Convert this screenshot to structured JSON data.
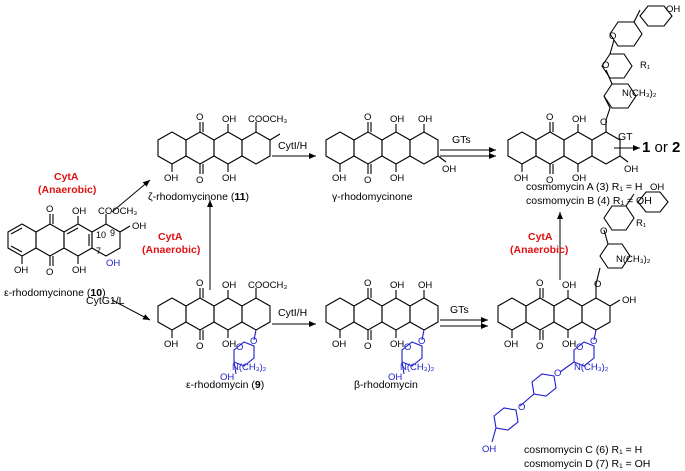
{
  "compounds": {
    "c10": {
      "prefix": "ε-rhodomycinone (",
      "num": "10",
      "suffix": ")"
    },
    "c11": {
      "prefix": "ζ-rhodomycinone (",
      "num": "11",
      "suffix": ")"
    },
    "gamma": {
      "text": "γ-rhodomycinone"
    },
    "c9": {
      "prefix": "ε-rhodomycin (",
      "num": "9",
      "suffix": ")"
    },
    "beta": {
      "text": "β-rhodomycin"
    },
    "cosA": {
      "text": "cosmomycin A (3) R₁ = H"
    },
    "cosB": {
      "text": "cosmomycin B (4) R₁ = OH"
    },
    "cosC": {
      "text": "cosmomycin C (6) R₁ = H"
    },
    "cosD": {
      "text": "cosmomycin D (7) R₁ = OH"
    }
  },
  "enzymes": {
    "cytA_top": "CytA",
    "cytA_top_cond": "(Anaerobic)",
    "cytA_mid": "CytA",
    "cytA_mid_cond": "(Anaerobic)",
    "cytA_right": "CytA",
    "cytA_right_cond": "(Anaerobic)",
    "cytIH_top": "CytI/H",
    "cytIH_bottom": "CytI/H",
    "cytG1L": "CytG1/L",
    "gts_top": "GTs",
    "gts_bottom": "GTs",
    "gt_final": "GT"
  },
  "final_product": {
    "a": "1",
    "or": " or ",
    "b": "2"
  },
  "atoms": {
    "oh": "OH",
    "o": "O",
    "cooch3": "COOCH₃",
    "nme2": "N(CH₃)₂",
    "r1": "R₁",
    "n10": "10",
    "n9": "9",
    "n7": "7"
  }
}
